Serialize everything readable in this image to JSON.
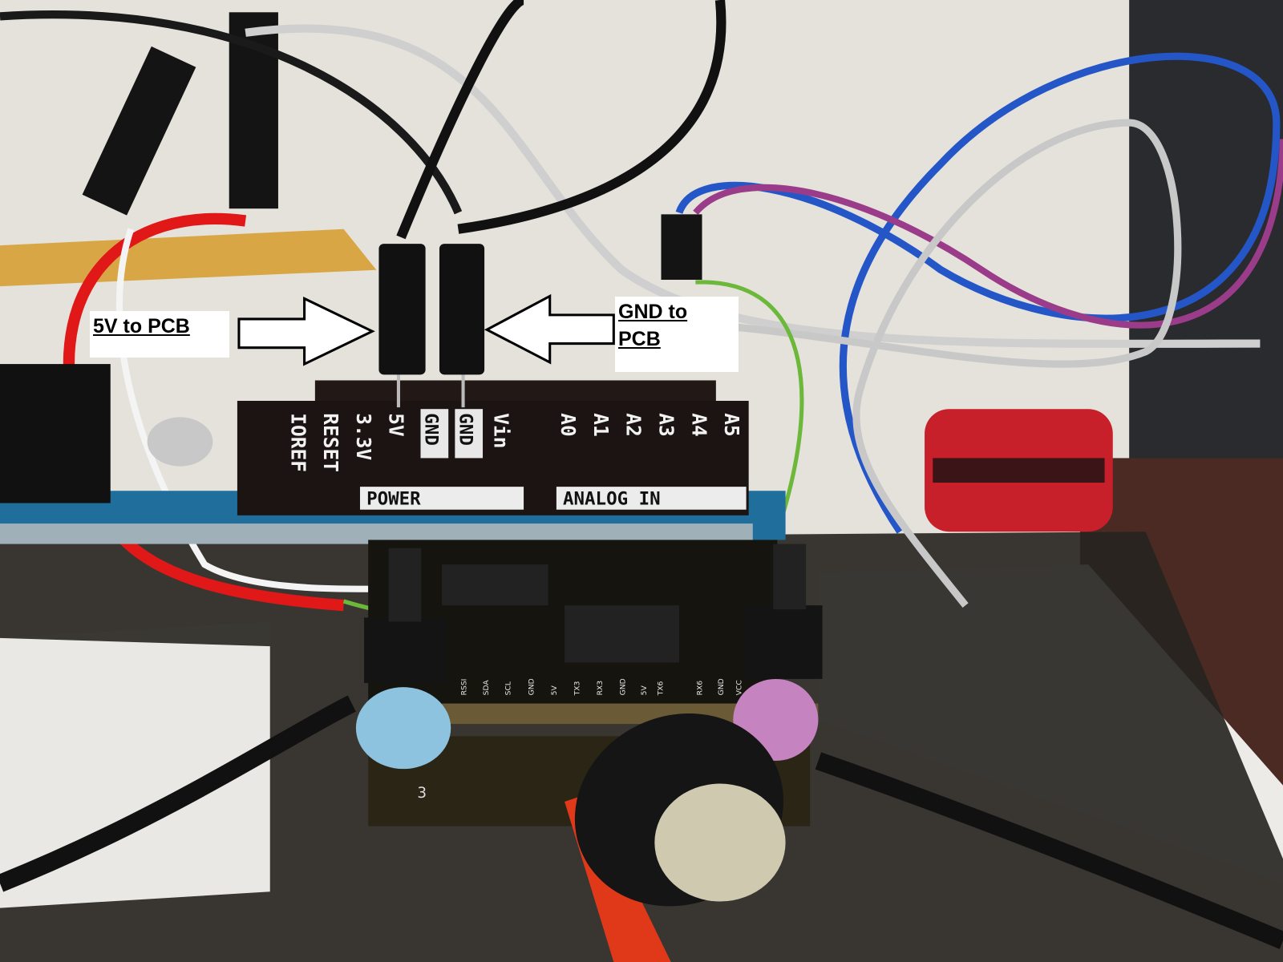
{
  "annotations": {
    "left_callout": "5V to PCB",
    "right_callout_line1": "GND to",
    "right_callout_line2": "PCB"
  },
  "arduino_header": {
    "power_pins": [
      "IOREF",
      "RESET",
      "3.3V",
      "5V",
      "GND",
      "GND",
      "Vin"
    ],
    "analog_pins": [
      "A0",
      "A1",
      "A2",
      "A3",
      "A4",
      "A5"
    ],
    "power_label": "POWER",
    "analog_label": "ANALOG IN"
  },
  "flight_controller_pads": [
    "RSSI",
    "SDA",
    "SCL",
    "GND",
    "5V",
    "TX3",
    "RX3",
    "GND",
    "5V",
    "TX6",
    "RX6",
    "GND",
    "VCC"
  ],
  "esc_label": "3",
  "colors": {
    "wall": "#e6e4dc",
    "pcb_blue": "#1f6e9c",
    "header_black": "#1b1412",
    "wire_red": "#e01818",
    "wire_green": "#6cb83a",
    "wire_blue": "#2456c8",
    "wire_purple": "#9a3c8a",
    "wire_grey": "#b8b8b8"
  }
}
